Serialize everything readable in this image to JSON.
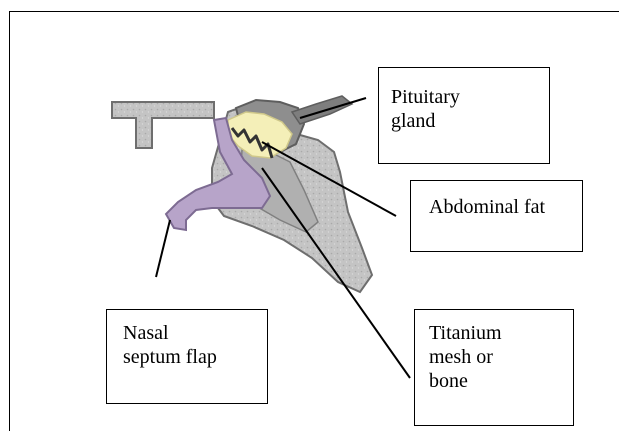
{
  "labels": {
    "pituitary": [
      "Pituitary",
      "gland"
    ],
    "abdominal_fat": [
      "Abdominal fat"
    ],
    "titanium": [
      "Titanium",
      "mesh or",
      "bone"
    ],
    "septum": [
      "Nasal",
      "septum flap"
    ]
  },
  "colors": {
    "bone_fill": "#c4c4c4",
    "bone_edge": "#6e6e6e",
    "gland_fill": "#8e8e8e",
    "fat_fill": "#f4efb8",
    "flap_fill": "#b7a4c9",
    "line": "#000000"
  }
}
